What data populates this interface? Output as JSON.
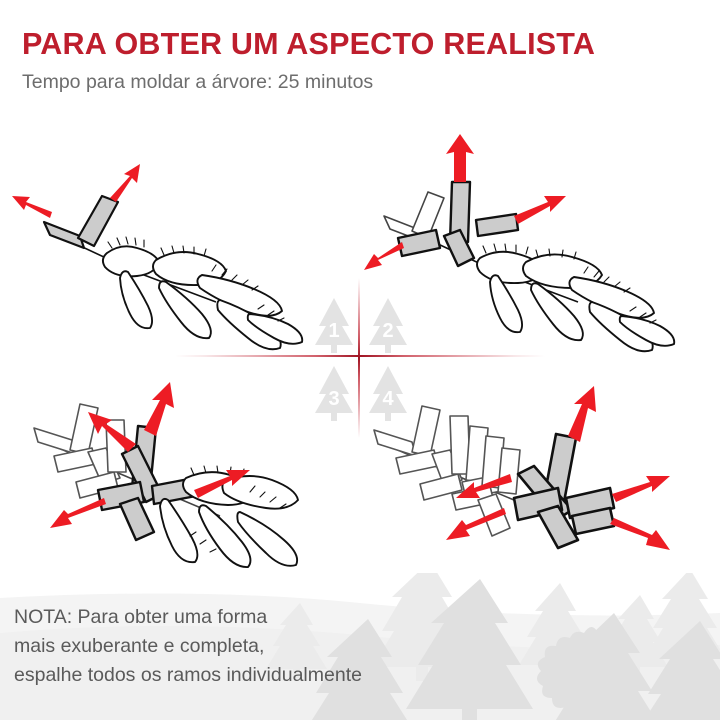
{
  "header": {
    "title": "PARA OBTER UM ASPECTO REALISTA",
    "subtitle": "Tempo para moldar a árvore: 25 minutos",
    "title_color": "#BE1E2D",
    "subtitle_color": "#6d6d6d"
  },
  "diagram": {
    "crosshair_color": "#BE1E2D",
    "arrow_color": "#ED1C24",
    "highlight_fill": "#CCCCCC",
    "outline_color": "#111111",
    "steps": [
      {
        "number": "1",
        "arrows": 2,
        "icon": "tree-icon",
        "panel": "branch-step-1"
      },
      {
        "number": "2",
        "arrows": 3,
        "icon": "tree-icon",
        "panel": "branch-step-2"
      },
      {
        "number": "3",
        "arrows": 4,
        "icon": "tree-icon",
        "panel": "branch-step-3"
      },
      {
        "number": "4",
        "arrows": 5,
        "icon": "tree-icon",
        "panel": "branch-step-4"
      }
    ]
  },
  "note": {
    "line1": "NOTA: Para obter uma forma",
    "line2": "mais exuberante e completa,",
    "line3": "espalhe todos os ramos individualmente",
    "text_color": "#5a5a5a",
    "band_color": "#f5f5f5",
    "forest_color": "#e2e2e2"
  }
}
